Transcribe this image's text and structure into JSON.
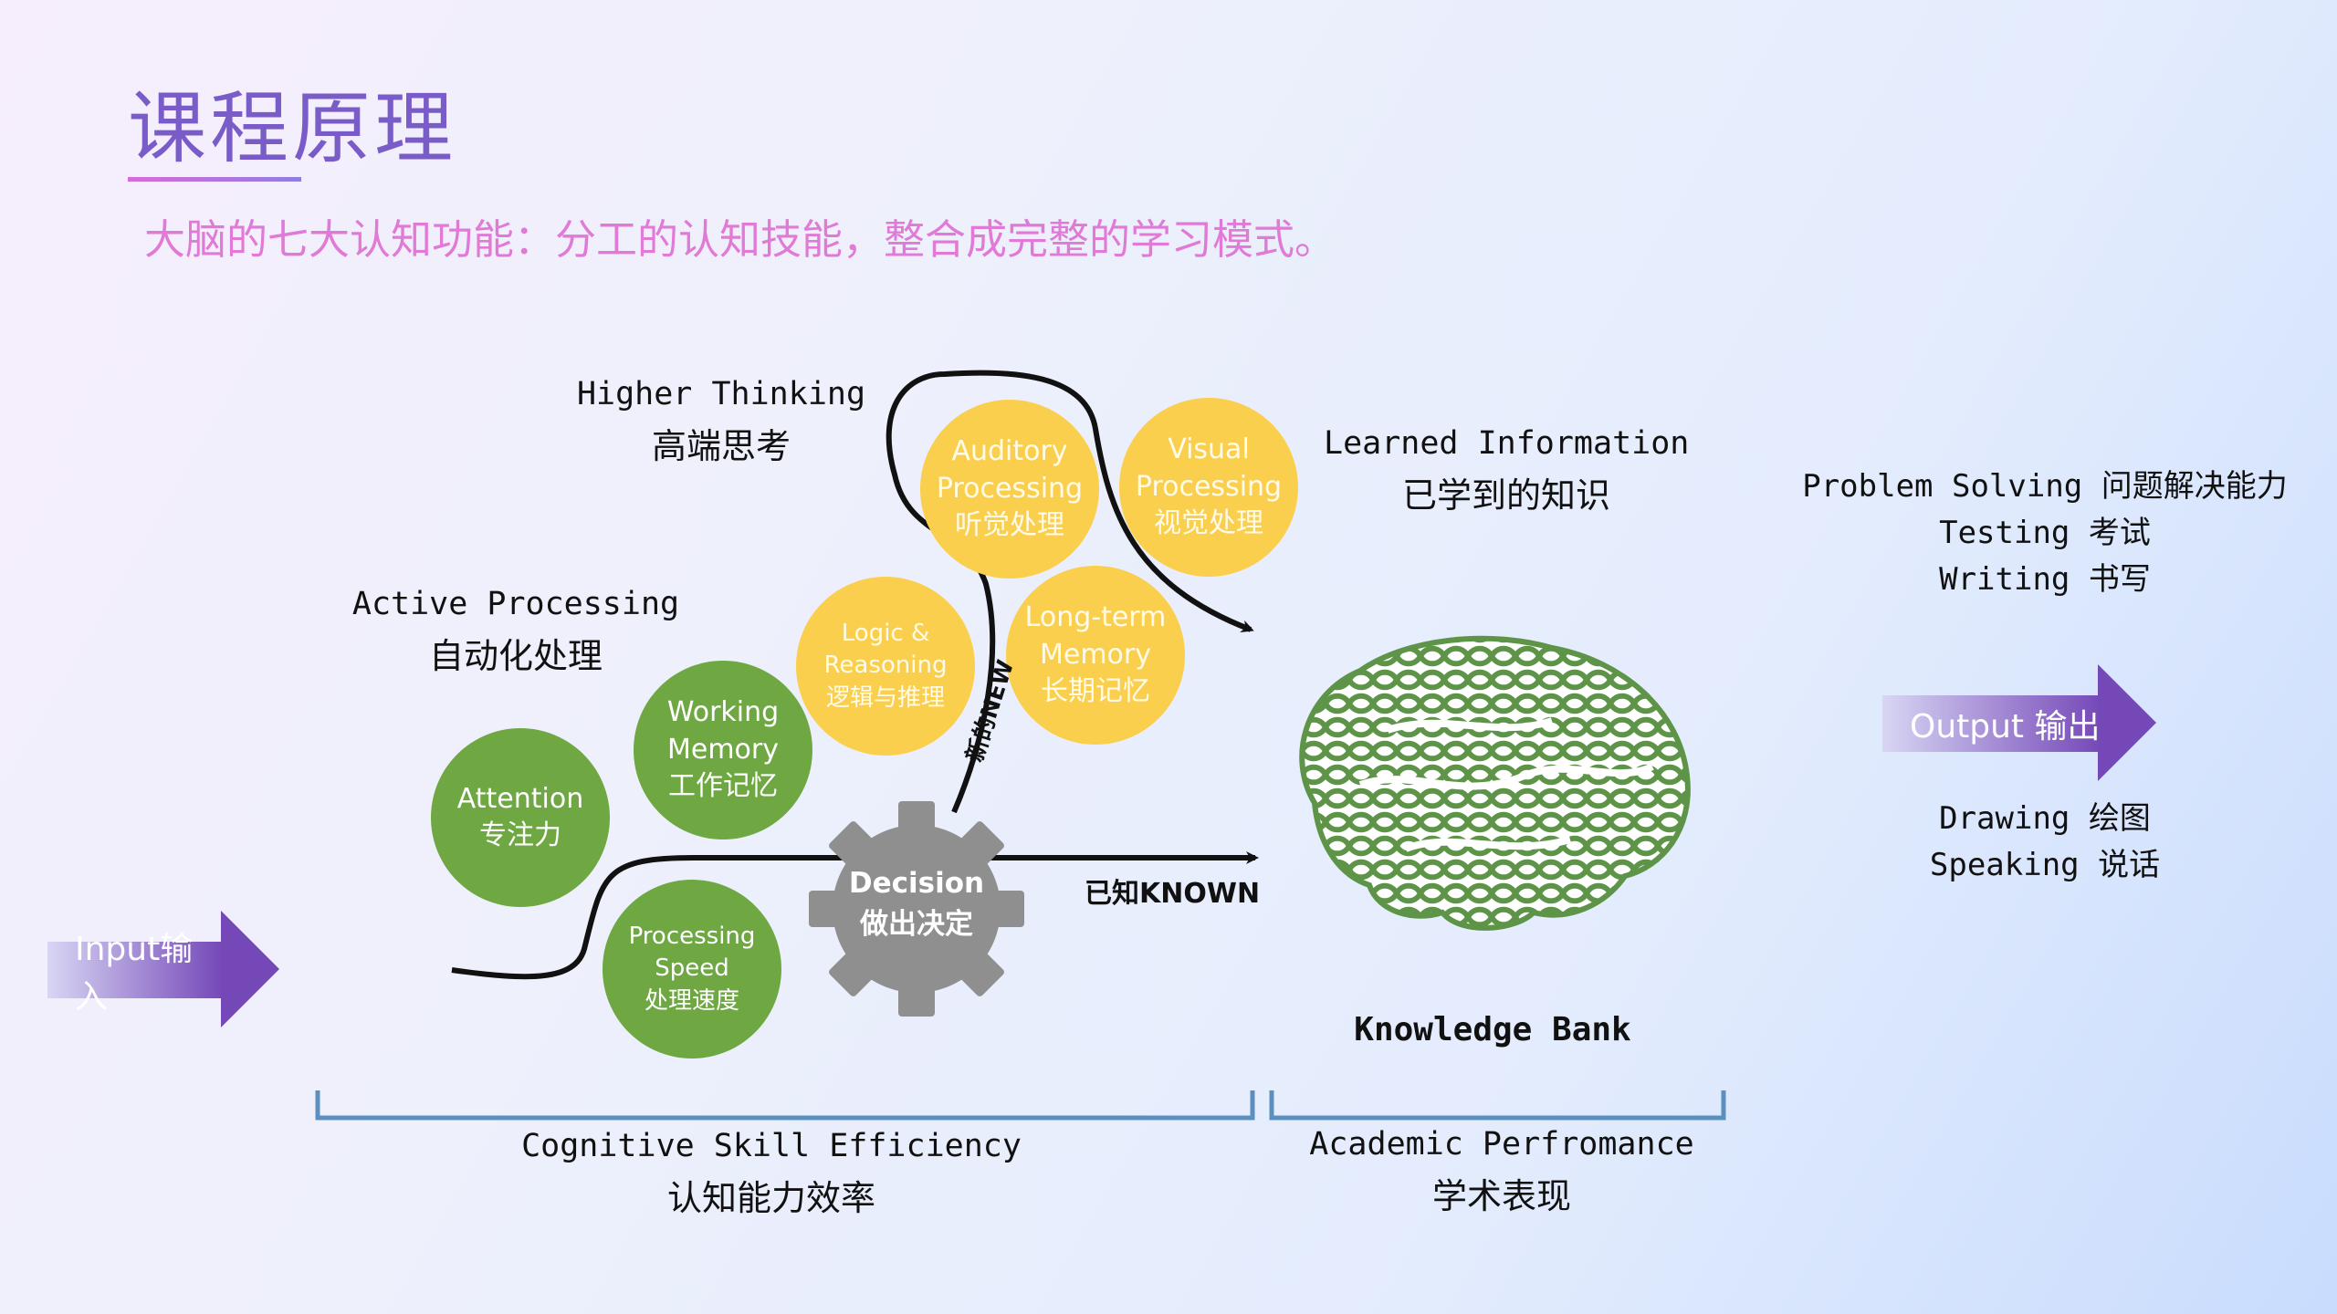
{
  "title": "课程原理",
  "subtitle": "大脑的七大认知功能：分工的认知技能，整合成完整的学习模式。",
  "input": {
    "label": "Input输入"
  },
  "output": {
    "label": "Output 输出"
  },
  "higher_thinking": {
    "en": "Higher Thinking",
    "zh": "高端思考"
  },
  "active_processing": {
    "en": "Active Processing",
    "zh": "自动化处理"
  },
  "learned_information": {
    "en": "Learned Information",
    "zh": "已学到的知识"
  },
  "knowledge_bank": "Knowledge Bank",
  "outputs_top": [
    "Problem Solving 问题解决能力",
    "Testing 考试",
    "Writing 书写"
  ],
  "outputs_bottom": [
    "Drawing 绘图",
    "Speaking 说话"
  ],
  "circles": {
    "attention": {
      "en": "Attention",
      "zh": "专注力"
    },
    "working_memory": {
      "en1": "Working",
      "en2": "Memory",
      "zh": "工作记忆"
    },
    "processing_speed": {
      "en1": "Processing",
      "en2": "Speed",
      "zh": "处理速度"
    },
    "logic": {
      "en1": "Logic &",
      "en2": "Reasoning",
      "zh": "逻辑与推理"
    },
    "long_term": {
      "en1": "Long-term",
      "en2": "Memory",
      "zh": "长期记忆"
    },
    "auditory": {
      "en1": "Auditory",
      "en2": "Processing",
      "zh": "听觉处理"
    },
    "visual": {
      "en1": "Visual",
      "en2": "Processing",
      "zh": "视觉处理"
    }
  },
  "decision": {
    "en": "Decision",
    "zh": "做出决定"
  },
  "path_new": "新的NEW",
  "path_known": "已知KNOWN",
  "cognitive": {
    "en": "Cognitive Skill Efficiency",
    "zh": "认知能力效率"
  },
  "academic": {
    "en": "Academic Perfromance",
    "zh": "学术表现"
  },
  "colors": {
    "green": "#6fa843",
    "yellow": "#fbcf4e",
    "gear": "#8f8f8f",
    "bracket": "#5b8fc0",
    "title": "#7a5cc8"
  }
}
